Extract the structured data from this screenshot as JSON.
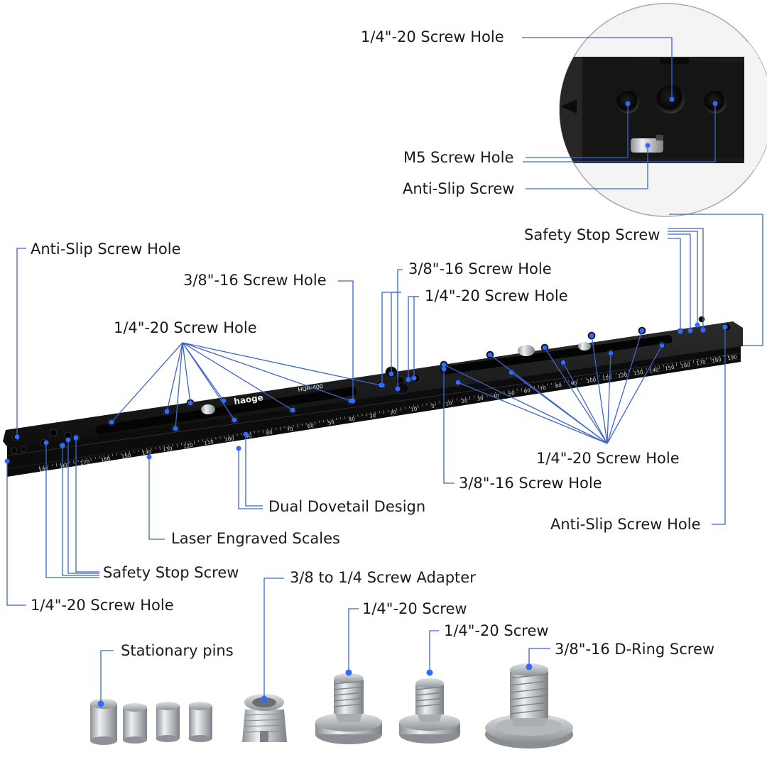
{
  "colors": {
    "leader": "#3d64c9",
    "dot": "#2f6bff",
    "plate": "#161616",
    "metal": "#c9ccd0"
  },
  "plate": {
    "brand": "haoge",
    "model": "HQR-400",
    "scale_left": [
      "180",
      "160",
      "170",
      "160",
      "150",
      "140",
      "130",
      "120",
      "110",
      "100",
      "90",
      "80",
      "70",
      "60",
      "50",
      "40",
      "30",
      "20",
      "10",
      "0"
    ],
    "scale_right": [
      "10",
      "20",
      "30",
      "40",
      "50",
      "60",
      "70",
      "80",
      "90",
      "100",
      "110",
      "120",
      "130",
      "140",
      "150",
      "160",
      "170",
      "180",
      "190"
    ]
  },
  "labels": {
    "inset_quarter_hole": "1/4\"-20 Screw Hole",
    "inset_m5_hole": "M5 Screw Hole",
    "inset_anti_slip_screw": "Anti-Slip Screw",
    "safety_stop_right": "Safety Stop Screw",
    "anti_slip_hole_left": "Anti-Slip Screw Hole",
    "three_eighths_left": "3/8\"-16 Screw Hole",
    "three_eighths_top": "3/8\"-16 Screw Hole",
    "quarter_top_middle": "1/4\"-20 Screw Hole",
    "quarter_left_group": "1/4\"-20 Screw Hole",
    "quarter_right_group": "1/4\"-20 Screw Hole",
    "three_eighths_right": "3/8\"-16 Screw Hole",
    "dual_dovetail": "Dual Dovetail Design",
    "laser_scales": "Laser Engraved Scales",
    "anti_slip_hole_right": "Anti-Slip Screw Hole",
    "safety_stop_left": "Safety Stop Screw",
    "quarter_bottom_left": "1/4\"-20 Screw Hole",
    "adapter": "3/8 to 1/4 Screw Adapter",
    "screw_a": "1/4\"-20 Screw",
    "screw_b": "1/4\"-20 Screw",
    "dring_screw": "3/8\"-16 D-Ring Screw",
    "pins": "Stationary pins"
  }
}
